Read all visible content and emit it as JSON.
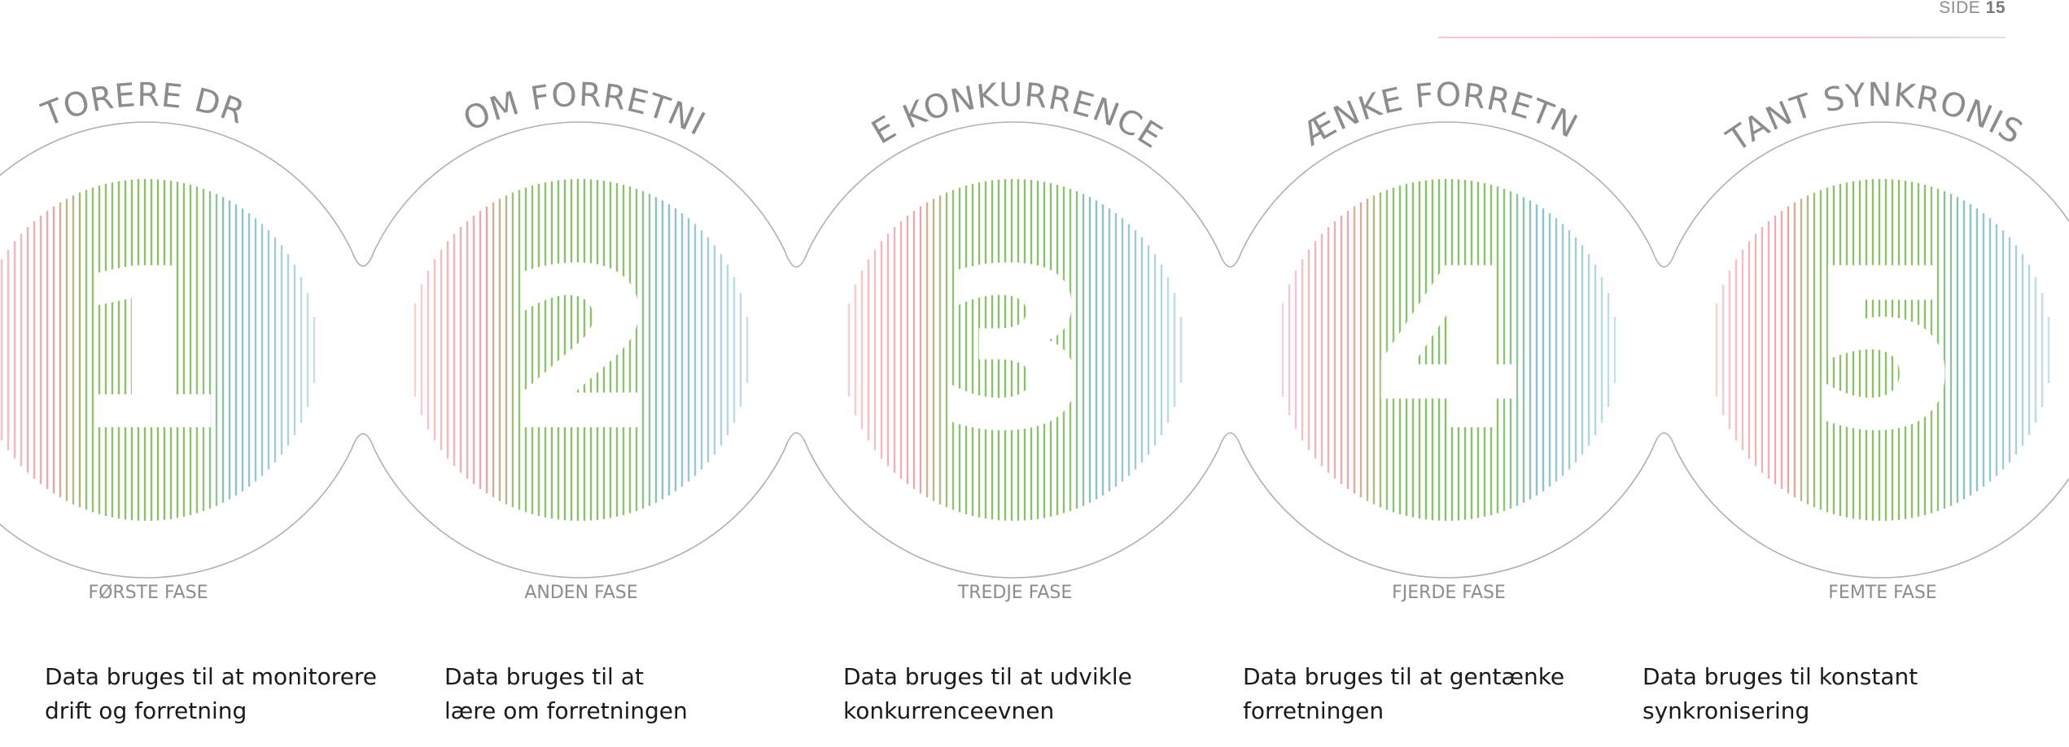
{
  "header": {
    "page_prefix": "SIDE",
    "page_number": "15"
  },
  "phases": [
    {
      "title": "MONITORERE DRIFTEN",
      "number": "1",
      "phase_label": "FØRSTE FASE",
      "description": [
        "Data bruges til at monitorere",
        "drift og forretning"
      ]
    },
    {
      "title": "LÆRE OM FORRETNINGEN",
      "number": "2",
      "phase_label": "ANDEN FASE",
      "description": [
        "Data bruges til at",
        "lære om forretningen"
      ]
    },
    {
      "title": "UDVIKLE KONKURRENCEEVNEN",
      "number": "3",
      "phase_label": "TREDJE FASE",
      "description": [
        "Data bruges til at udvikle",
        "konkurrenceevnen"
      ]
    },
    {
      "title": "GENTÆNKE FORRETNINGEN",
      "number": "4",
      "phase_label": "FJERDE FASE",
      "description": [
        "Data bruges til at gentænke",
        "forretningen"
      ]
    },
    {
      "title": "KONSTANT SYNKRONISERING",
      "number": "5",
      "phase_label": "FEMTE FASE",
      "description": [
        "Data bruges til konstant",
        "synkronisering"
      ]
    }
  ],
  "colors": {
    "red": "#e68a8a",
    "green": "#7fb85a",
    "blue": "#6aaec0",
    "outline": "#b0b0b0",
    "text_gray": "#8c8c8c"
  }
}
